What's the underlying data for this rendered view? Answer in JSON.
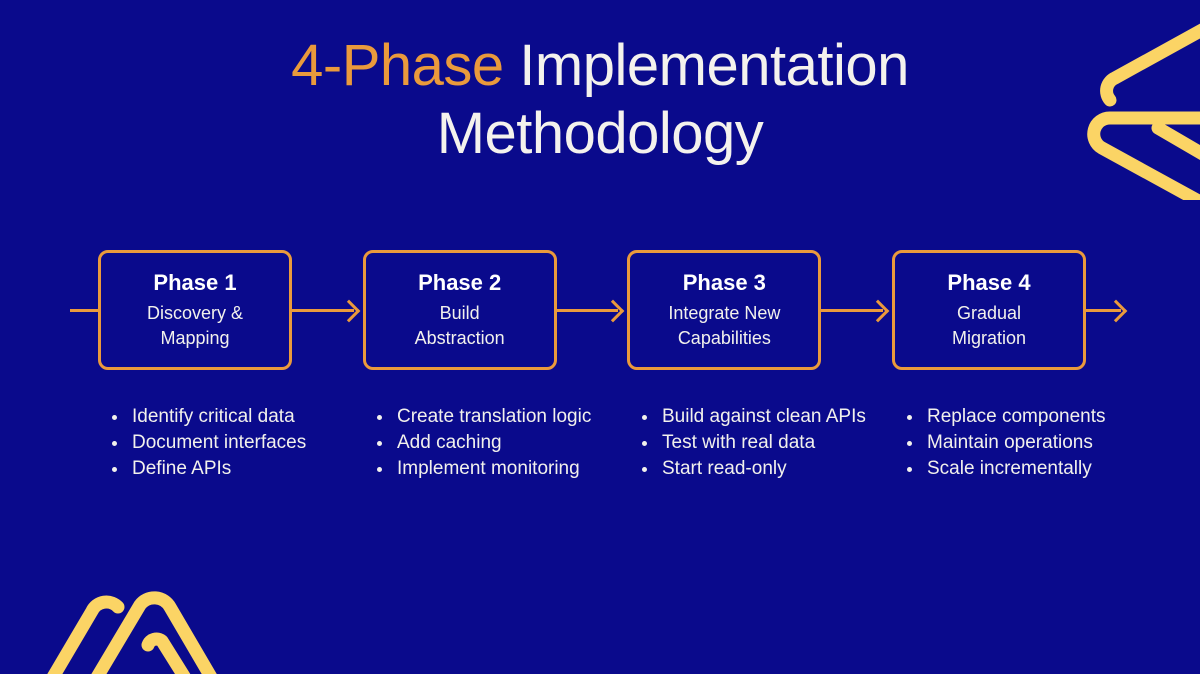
{
  "colors": {
    "background": "#0A0A8C",
    "accent_orange": "#EA9A3C",
    "accent_yellow": "#FBD465",
    "text_light": "#F2F1EC",
    "text_white": "#FFFFFF"
  },
  "title": {
    "accent": "4-Phase",
    "rest": " Implementation",
    "line2": "Methodology"
  },
  "phases": [
    {
      "title": "Phase 1",
      "subtitle_line1": "Discovery &",
      "subtitle_line2": "Mapping",
      "bullets": [
        "Identify critical data",
        "Document interfaces",
        "Define APIs"
      ]
    },
    {
      "title": "Phase 2",
      "subtitle_line1": "Build",
      "subtitle_line2": "Abstraction",
      "bullets": [
        "Create translation logic",
        "Add caching",
        "Implement monitoring"
      ]
    },
    {
      "title": "Phase 3",
      "subtitle_line1": "Integrate New",
      "subtitle_line2": "Capabilities",
      "bullets": [
        "Build against clean APIs",
        "Test with real data",
        "Start read-only"
      ]
    },
    {
      "title": "Phase 4",
      "subtitle_line1": "Gradual",
      "subtitle_line2": "Migration",
      "bullets": [
        "Replace components",
        "Maintain operations",
        "Scale incrementally"
      ]
    }
  ]
}
